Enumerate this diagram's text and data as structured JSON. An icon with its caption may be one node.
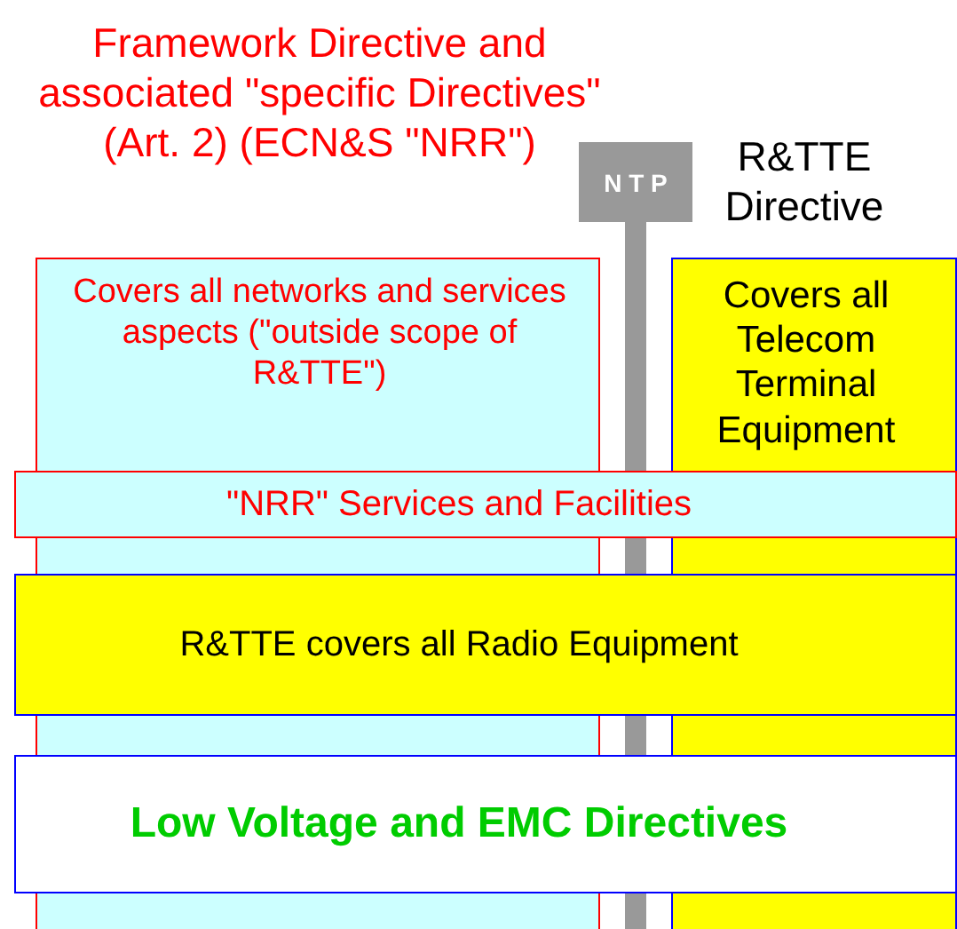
{
  "diagram": {
    "nodes": [
      {
        "text": [
          "Framework Directive and associated \"specific Directives\" (Art. 2) (ECN&S \"NRR\")",
          "Covers all networks and services aspects (\"outside scope of R&TTE\")"
        ]
      },
      {
        "text": [
          "N T P"
        ]
      },
      {
        "text": [
          "R&TTE Directive",
          "Covers all Telecom Terminal Equipment"
        ]
      },
      {
        "text": [
          "\"NRR\" Services and Facilities"
        ]
      },
      {
        "text": [
          "R&TTE covers all Radio Equipment"
        ]
      },
      {
        "text": [
          "Low Voltage and EMC Directives"
        ]
      }
    ],
    "edges": []
  }
}
